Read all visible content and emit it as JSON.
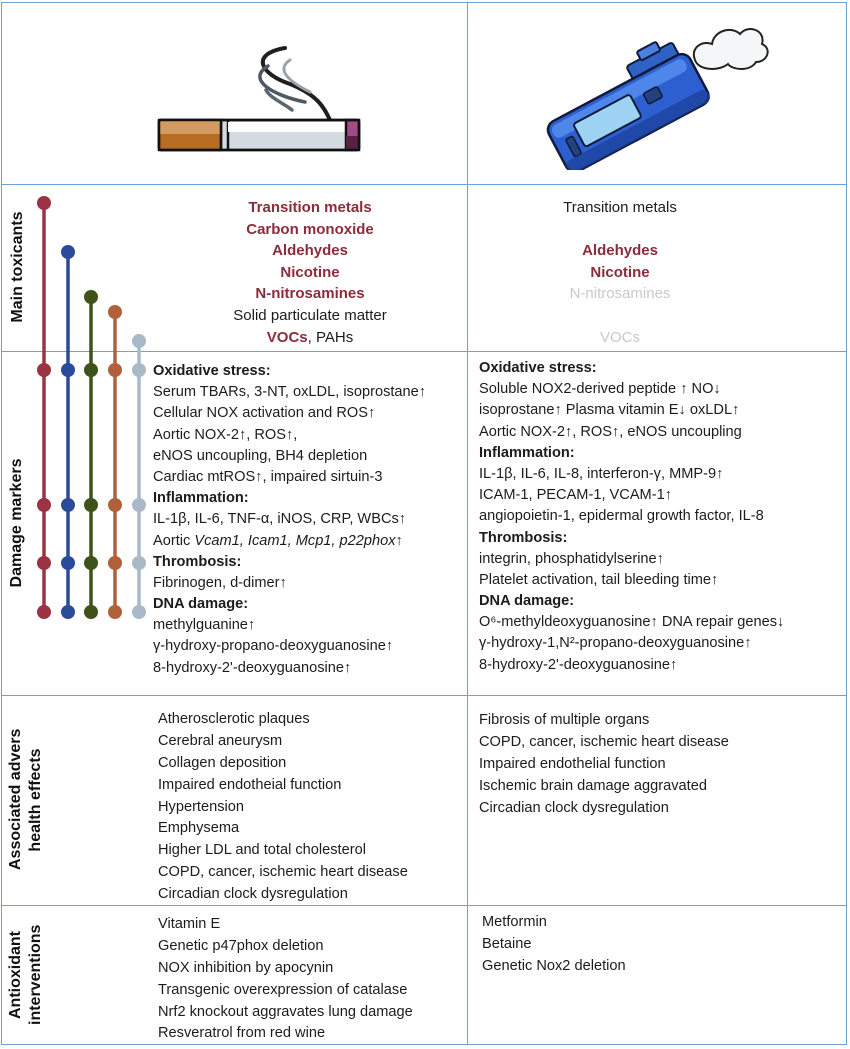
{
  "row_labels": {
    "toxicants": "Main toxicants",
    "damage": "Damage markers",
    "health_1": "Associated advers",
    "health_2": "health effects",
    "antiox_1": "Antioxidant",
    "antiox_2": "interventions"
  },
  "icons": {
    "left": "cigarette-icon",
    "right": "e-cigarette-vape-icon"
  },
  "colors": {
    "grid": "#6fa3d6",
    "toxicant_present": "#8c2c3a",
    "toxicant_absent": "#c9c9c9",
    "marker_lines": [
      "#9b3344",
      "#2a4b9a",
      "#3f5219",
      "#b0603a",
      "#a9b9c7"
    ]
  },
  "cigarette": {
    "toxicants": [
      {
        "text": "Transition metals",
        "style": "red"
      },
      {
        "text": "Carbon monoxide",
        "style": "red"
      },
      {
        "text": "Aldehydes",
        "style": "red"
      },
      {
        "text": "Nicotine",
        "style": "red"
      },
      {
        "text": "N-nitrosamines",
        "style": "red"
      },
      {
        "text": "Solid particulate matter",
        "style": "dark"
      },
      {
        "text": "VOCs",
        "style": "red",
        "suffix": ", PAHs"
      }
    ],
    "damage": [
      {
        "text": "Oxidative stress:",
        "bold": true
      },
      {
        "text": "Serum TBARs, 3-NT, oxLDL, isoprostane↑"
      },
      {
        "text": "Cellular NOX activation and ROS↑"
      },
      {
        "text": "Aortic NOX-2↑, ROS↑,"
      },
      {
        "text": "eNOS uncoupling, BH4 depletion"
      },
      {
        "text": "Cardiac mtROS↑, impaired sirtuin-3"
      },
      {
        "text": "Inflammation:",
        "bold": true
      },
      {
        "text": "IL-1β, IL-6, TNF-α, iNOS, CRP, WBCs↑"
      },
      {
        "text": "Aortic Vcam1, Icam1, Mcp1, p22phox↑"
      },
      {
        "text": "Thrombosis:",
        "bold": true
      },
      {
        "text": "Fibrinogen, d-dimer↑"
      },
      {
        "text": "DNA damage:",
        "bold": true
      },
      {
        "text": "methylguanine↑"
      },
      {
        "text": "γ-hydroxy-propano-deoxyguanosine↑"
      },
      {
        "text": "8-hydroxy-2'-deoxyguanosine↑"
      }
    ],
    "health": [
      "Atherosclerotic plaques",
      "Cerebral aneurysm",
      "Collagen deposition",
      "Impaired endotheial function",
      "Hypertension",
      "Emphysema",
      "Higher LDL and total cholesterol",
      "COPD, cancer, ischemic heart disease",
      "Circadian clock dysregulation"
    ],
    "antioxidants": [
      "Vitamin E",
      "Genetic p47phox deletion",
      "NOX inhibition by apocynin",
      "Transgenic overexpression of catalase",
      "Nrf2 knockout aggravates lung damage",
      "Resveratrol from red wine"
    ]
  },
  "ecig": {
    "toxicants": [
      {
        "text": "Transition metals",
        "style": "dark"
      },
      {
        "text": "",
        "style": "dark"
      },
      {
        "text": "Aldehydes",
        "style": "red"
      },
      {
        "text": "Nicotine",
        "style": "red"
      },
      {
        "text": "N-nitrosamines",
        "style": "grey"
      },
      {
        "text": "",
        "style": "dark"
      },
      {
        "text": "VOCs",
        "style": "grey"
      }
    ],
    "damage": [
      {
        "text": "Oxidative stress:",
        "bold": true
      },
      {
        "text": "Soluble NOX2-derived peptide ↑ NO↓"
      },
      {
        "text": "isoprostane↑ Plasma vitamin E↓ oxLDL↑"
      },
      {
        "text": "Aortic NOX-2↑, ROS↑, eNOS uncoupling"
      },
      {
        "text": "Inflammation:",
        "bold": true
      },
      {
        "text": "IL-1β, IL-6, IL-8, interferon-γ, MMP-9↑"
      },
      {
        "text": "ICAM-1, PECAM-1, VCAM-1↑"
      },
      {
        "text": "angiopoietin-1, epidermal growth factor, IL-8"
      },
      {
        "text": "Thrombosis:",
        "bold": true
      },
      {
        "text": "integrin, phosphatidylserine↑"
      },
      {
        "text": "Platelet activation, tail bleeding time↑"
      },
      {
        "text": "DNA damage:",
        "bold": true
      },
      {
        "text": "O⁶-methyldeoxyguanosine↑ DNA repair genes↓"
      },
      {
        "text": "γ-hydroxy-1,N²-propano-deoxyguanosine↑"
      },
      {
        "text": "8-hydroxy-2'-deoxyguanosine↑"
      }
    ],
    "health": [
      "Fibrosis of multiple organs",
      "COPD, cancer, ischemic heart disease",
      "Impaired endothelial function",
      "Ischemic brain damage aggravated",
      "Circadian clock dysregulation"
    ],
    "antioxidants": [
      "Metformin",
      "Betaine",
      "Genetic Nox2 deletion"
    ]
  }
}
